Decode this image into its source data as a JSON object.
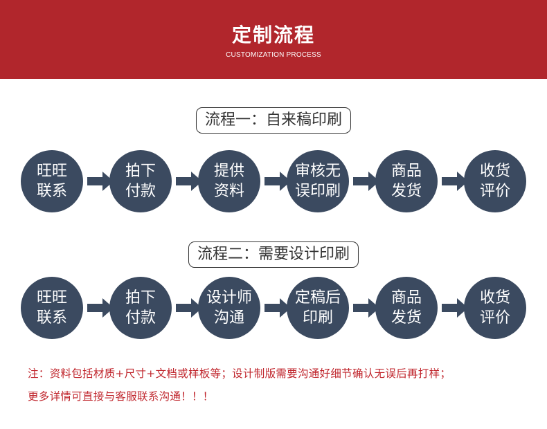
{
  "header": {
    "title": "定制流程",
    "subtitle": "CUSTOMIZATION PROCESS"
  },
  "process1": {
    "label": "流程一：自来稿印刷",
    "steps": [
      "旺旺\n联系",
      "拍下\n付款",
      "提供\n资料",
      "审核无\n误印刷",
      "商品\n发货",
      "收货\n评价"
    ]
  },
  "process2": {
    "label": "流程二：需要设计印刷",
    "steps": [
      "旺旺\n联系",
      "拍下\n付款",
      "设计师\n沟通",
      "定稿后\n印刷",
      "商品\n发货",
      "收货\n评价"
    ]
  },
  "notes": {
    "line1": "注：资料包括材质+尺寸+文档或样板等；设计制版需要沟通好细节确认无误后再打样；",
    "line2": "更多详情可直接与客服联系沟通！！！"
  },
  "colors": {
    "header_bg": "#b1262c",
    "circle_bg": "#3b4a60",
    "arrow": "#3b4a60",
    "note_text": "#c0262d"
  }
}
